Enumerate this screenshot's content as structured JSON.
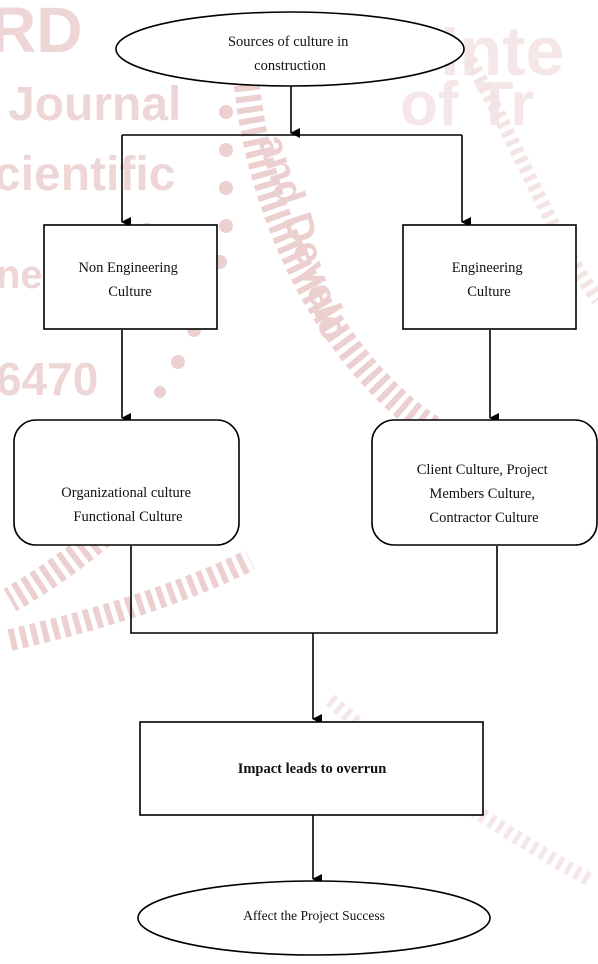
{
  "watermark": {
    "letters": "RD",
    "lines": [
      "Journal",
      "cientific",
      "and",
      "ne",
      "6470"
    ],
    "seal_text": "and Develo",
    "color": "#e9c6c6"
  },
  "nodes": {
    "source": {
      "lines": [
        "Sources of culture in",
        "construction"
      ]
    },
    "non_engineering": {
      "lines": [
        "Non Engineering",
        "Culture"
      ]
    },
    "engineering": {
      "lines": [
        "Engineering",
        "Culture"
      ]
    },
    "organizational": {
      "lines": [
        "Organizational culture",
        "Functional Culture"
      ]
    },
    "client": {
      "lines": [
        "Client Culture, Project",
        "Members Culture,",
        "Contractor Culture"
      ]
    },
    "impact": {
      "lines": [
        "Impact leads to overrun"
      ]
    },
    "affect": {
      "lines": [
        "Affect the Project Success"
      ]
    }
  }
}
